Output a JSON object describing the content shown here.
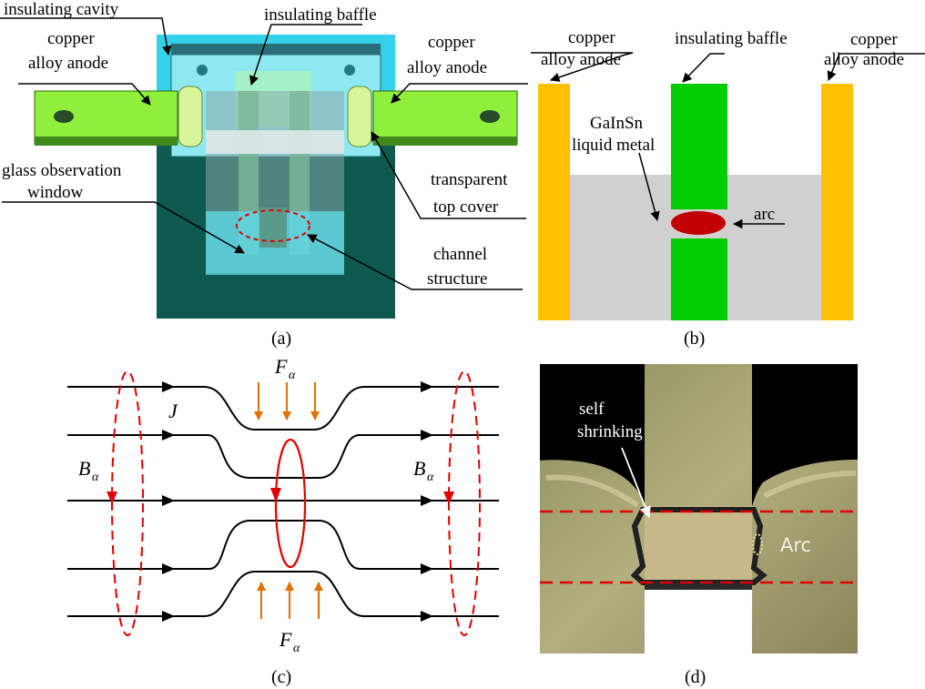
{
  "panel_a": {
    "caption": "(a)",
    "labels": {
      "insulating_cavity": "insulating cavity",
      "insulating_baffle": "insulating baffle",
      "copper_left_1": "copper",
      "copper_left_2": "alloy anode",
      "copper_right_1": "copper",
      "copper_right_2": "alloy anode",
      "glass_1": "glass observation",
      "glass_2": "window",
      "top_cover_1": "transparent",
      "top_cover_2": "top cover",
      "channel_1": "channel",
      "channel_2": "structure"
    }
  },
  "panel_b": {
    "caption": "(b)",
    "labels": {
      "copper_left_1": "copper",
      "copper_left_2": "alloy anode",
      "baffle": "insulating baffle",
      "copper_right_1": "copper",
      "copper_right_2": "alloy anode",
      "metal_1": "GaInSn",
      "metal_2": "liquid metal",
      "arc": "arc"
    },
    "colors": {
      "anode": "#ffc000",
      "baffle": "#00cc00",
      "metal": "#d0d0d0",
      "arc": "#c00000"
    }
  },
  "panel_c": {
    "caption": "(c)",
    "labels": {
      "f_top": "F",
      "f_top_sub": "α",
      "f_bottom": "F",
      "f_bottom_sub": "α",
      "j": "J",
      "b_left": "B",
      "b_left_sub": "α",
      "b_right": "B",
      "b_right_sub": "α"
    },
    "colors": {
      "field": "#e00000",
      "force": "#e07000",
      "current": "#000000"
    }
  },
  "panel_d": {
    "caption": "(d)",
    "labels": {
      "self_1": "self",
      "self_2": "shrinking",
      "arc": "Arc"
    }
  }
}
